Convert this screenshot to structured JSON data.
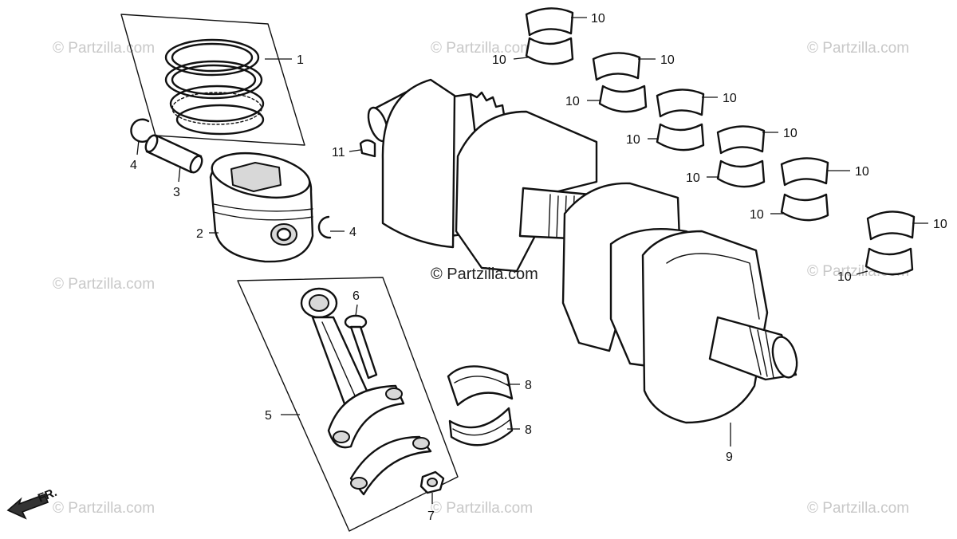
{
  "watermark": {
    "text": "© Partzilla.com",
    "main_text": "© Partzilla.com"
  },
  "direction_indicator": {
    "label": "FR."
  },
  "callouts": {
    "piston_rings": "1",
    "piston": "2",
    "piston_pin": "3",
    "clip_left": "4",
    "clip_right": "4",
    "connecting_rod": "5",
    "rod_bolt": "6",
    "rod_nut": "7",
    "rod_bearing_upper": "8",
    "rod_bearing_lower": "8",
    "crankshaft": "9",
    "main_bearing": "10",
    "woodruff_key": "11"
  }
}
